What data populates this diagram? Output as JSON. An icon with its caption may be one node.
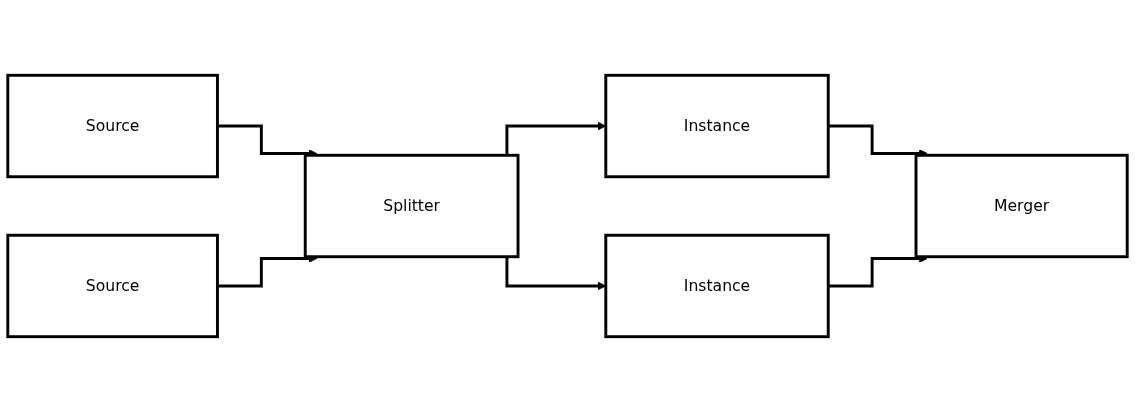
{
  "diagram": {
    "nodes": [
      {
        "text": [
          "Source"
        ]
      },
      {
        "text": [
          "Source"
        ]
      },
      {
        "text": [
          "Splitter"
        ]
      },
      {
        "text": [
          "Instance"
        ]
      },
      {
        "text": [
          "Instance"
        ]
      },
      {
        "text": [
          "Merger"
        ]
      }
    ],
    "edges": [
      {
        "from": 0,
        "to": 2,
        "arrow": "to"
      },
      {
        "from": 1,
        "to": 2,
        "arrow": "to"
      },
      {
        "from": 2,
        "to": 3,
        "arrow": "to"
      },
      {
        "from": 2,
        "to": 4,
        "arrow": "to"
      },
      {
        "from": 3,
        "to": 5,
        "arrow": "to"
      },
      {
        "from": 4,
        "to": 5,
        "arrow": "to"
      }
    ]
  }
}
